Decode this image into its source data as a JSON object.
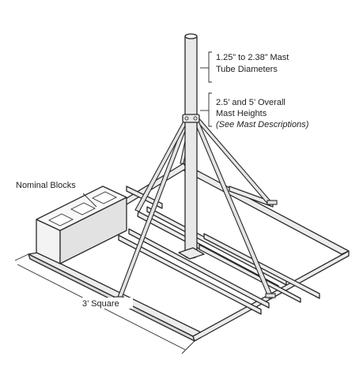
{
  "labels": {
    "mast_diameter_line1": "1.25” to 2.38” Mast",
    "mast_diameter_line2": "Tube Diameters",
    "mast_height_line1": "2.5’ and 5’ Overall",
    "mast_height_line2": "Mast Heights",
    "mast_height_line3": "(See Mast Descriptions)",
    "blocks": "Nominal Blocks",
    "square": "3’ Square"
  },
  "colors": {
    "line": "#2a2a2a",
    "fill_light": "#ececec",
    "fill_mid": "#d8d8d8",
    "background": "#ffffff"
  }
}
